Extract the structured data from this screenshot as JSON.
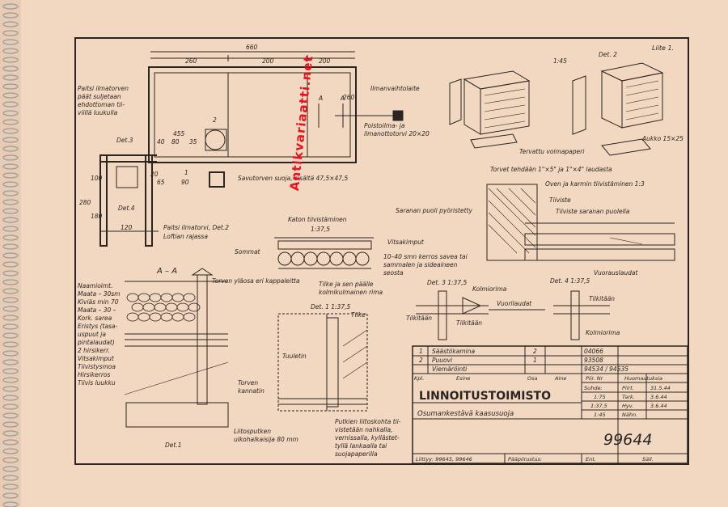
{
  "sheet": {
    "corner_label": "Liite 1."
  },
  "plan": {
    "dims": {
      "total": "660",
      "d1": "260",
      "d2": "200",
      "d3": "200",
      "v1": "455",
      "v2": "40",
      "v3": "80",
      "v4": "35",
      "h260": "260",
      "h280": "280",
      "h180": "180",
      "h100": "100",
      "w65": "65",
      "w90": "90",
      "w20": "20",
      "w120": "120",
      "nr1": "1",
      "nr2": "2"
    },
    "notes": {
      "paitsi_1": "Paitsi ilmatorven",
      "paitsi_2": "päät suljetaan",
      "paitsi_3": "ehdottoman tii-",
      "paitsi_4": "viillä luukulla",
      "ilman": "Ilmanvaihtolaite",
      "poisto_1": "Poistoilma- ja",
      "poisto_2": "ilmanottotorvi 20×20",
      "det3": "Det.3",
      "det4": "Det.4",
      "savu": "Savutorven suoja, sisältä 47,5×47,5",
      "paitsi2_1": "Paitsi ilmatorvi, Det.2",
      "paitsi2_2": "Loftian rajassa",
      "arrow_a": "A"
    }
  },
  "details_top": {
    "scale": "1:45",
    "det2": "Det. 2",
    "tervattu": "Tervattu voimapaperi",
    "aukko": "Aukko 15×25",
    "torvet": "Torvet tehdään 1\"×5\" ja 1\"×4\" laudasta"
  },
  "katon": {
    "title": "Katon tiivistäminen",
    "scale": "1:37,5",
    "sommat": "Sommat",
    "vitso": "Vitsakimput",
    "savea_1": "10–40 smn kerros savea tai",
    "savea_2": "sammalen ja sideaineen",
    "savea_3": "seosta",
    "torven": "Torven yläosa eri kappaleitta",
    "tilke_1": "Tilke ja sen päälle",
    "tilke_2": "kolmikulmainen rima"
  },
  "oven": {
    "title": "Oven ja karmin tiivistäminen 1:3",
    "tiiviste": "Tiiviste",
    "saranan_puoli": "Saranan puoli pyöristetty",
    "tiiviste_sar": "Tiiviste saranan puolella",
    "vuoraus": "Vuorauslaudat"
  },
  "section_aa": {
    "title": "A – A",
    "layers": [
      "Naamioimt.",
      "Maata – 30sm",
      "Kiviäs min 70",
      "Maata – 30 –",
      "Kork. sarea",
      "Eristys (tasa-",
      "uspuut ja",
      "pintalaudat)",
      "2 hirsikerr.",
      "Vitsakimput",
      "Tiivistysmoa",
      "Hirsikerros",
      "Tiivis luukku"
    ],
    "torven_kannatin_1": "Torven",
    "torven_kannatin_2": "kannatin",
    "det1": "Det.1"
  },
  "det1_block": {
    "title": "Det. 1 1:37,5",
    "tilke": "Tilke",
    "tuuletin": "Tuuletin",
    "liitos_1": "Liitosputken",
    "liitos_2": "ulkohalkaisija 80 mm",
    "putken_1": "Putkien liitoskohta tii-",
    "putken_2": "vistetään nahkalla,",
    "putken_3": "vernissalla, kyllästet-",
    "putken_4": "tyllä lankaalla tai",
    "putken_5": "suojapaperilla"
  },
  "det3_block": {
    "title": "Det. 3 1:37,5",
    "kolmiorima": "Kolmiorima",
    "vuori": "Vuorilaudat",
    "tilki_a": "Tilkitään",
    "tilki_b": "Tilkitään"
  },
  "det4_block": {
    "title": "Det. 4 1:37,5",
    "tilki": "Tilkitään",
    "kolmiorima": "Kolmiorima"
  },
  "parts": {
    "rows": [
      {
        "kpl": "1",
        "esine": "Säästökamina",
        "osa": "2",
        "aine": "",
        "piir": "04066"
      },
      {
        "kpl": "2",
        "esine": "Puuovi",
        "osa": "1",
        "aine": "",
        "piir": "93508"
      },
      {
        "kpl": "",
        "esine": "Viemäröinti",
        "osa": "",
        "aine": "",
        "piir": "94534 / 94535"
      }
    ],
    "headers": {
      "kpl": "Kpl.",
      "esine": "Esine",
      "osa": "Osa",
      "aine": "Aine",
      "piir": "Piir. Nr",
      "huom": "Huomautuksia"
    }
  },
  "title_block": {
    "office": "LINNOITUSTOIMISTO",
    "subject": "Osumankestävä kaasusuoja",
    "drawing_no": "99644",
    "liittyy": "Liittyy: 99645, 99646",
    "paapiirustus": "Pääpiirustus:",
    "ent": "Ent.",
    "sail": "Säil.",
    "suhde": "Suhde:",
    "piirt": "Piirt.",
    "tark": "Tark.",
    "hyv": "Hyv.",
    "nahn": "Nähn.",
    "scales": [
      "1:75",
      "1:37,5",
      "1:45"
    ],
    "dates": [
      "31.5.44",
      "3.6.44",
      "3.6.44"
    ]
  },
  "watermark": "Antikvariaatti.net",
  "colors": {
    "paper": "#f2d7c1",
    "ink": "#2a2522",
    "watermark": "#e2141d"
  }
}
